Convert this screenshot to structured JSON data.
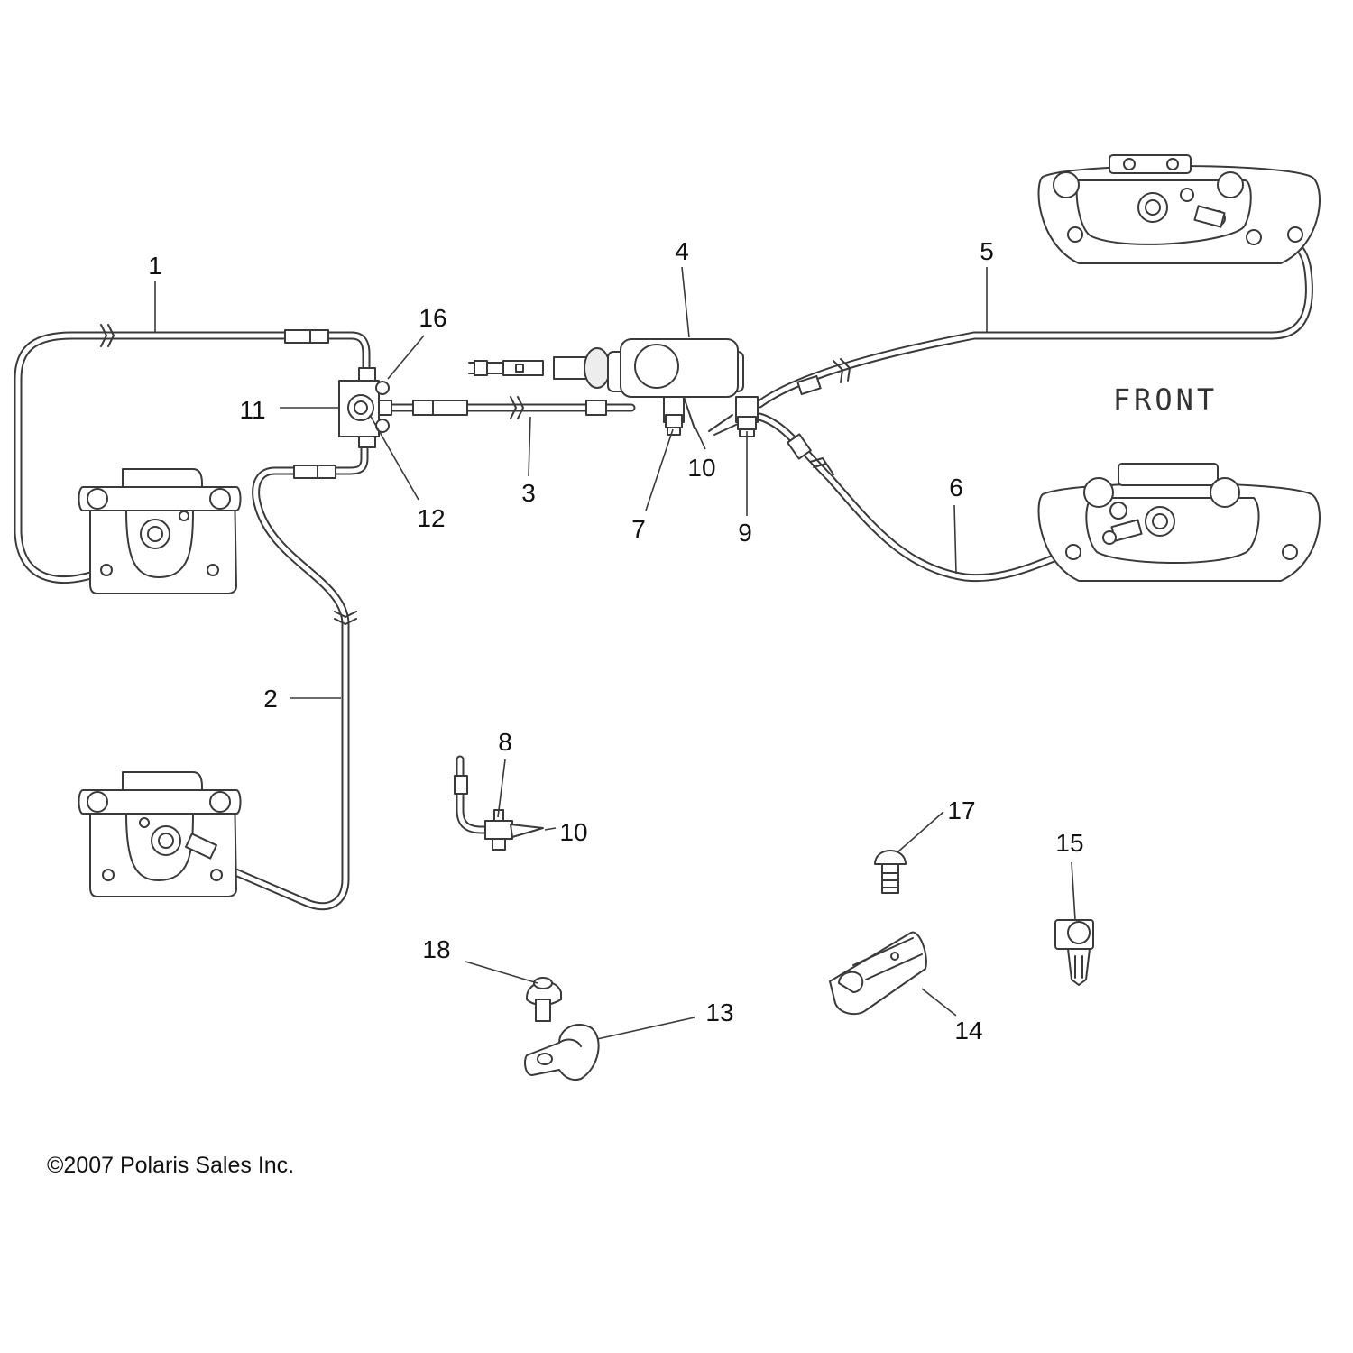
{
  "diagram": {
    "label_front": "FRONT",
    "copyright": "©2007 Polaris Sales Inc.",
    "callouts": {
      "c1": "1",
      "c2": "2",
      "c3": "3",
      "c4": "4",
      "c5": "5",
      "c6": "6",
      "c7": "7",
      "c8": "8",
      "c9": "9",
      "c10a": "10",
      "c10b": "10",
      "c11": "11",
      "c12": "12",
      "c13": "13",
      "c14": "14",
      "c15": "15",
      "c16": "16",
      "c17": "17",
      "c18": "18"
    }
  }
}
